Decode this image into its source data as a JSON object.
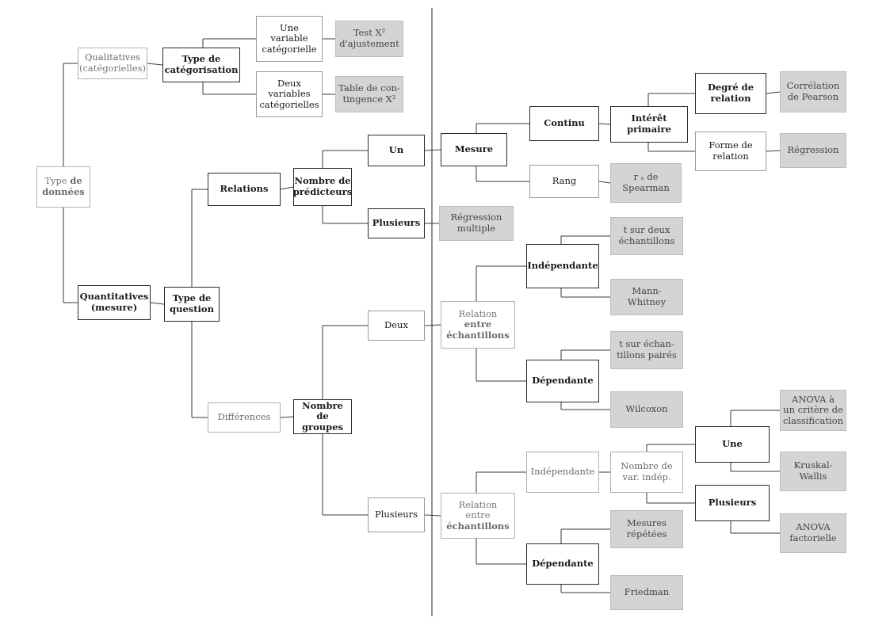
{
  "nodes": {
    "type_donnees": {
      "pre": "Type ",
      "main": "de\ndonnées"
    },
    "qualitatives": {
      "main": "Qualitatives",
      "sub": "(catégorielles)"
    },
    "quantitatives": {
      "main": "Quantitatives\n(mesure)"
    },
    "type_categorisation": {
      "main": "Type de\ncatégorisation"
    },
    "une_variable": {
      "main": "Une\nvariable\ncatégorielle"
    },
    "deux_variables": {
      "main": "Deux\nvariables\ncatégorielles"
    },
    "test_x2": {
      "main": "Test X²\nd'ajustement"
    },
    "table_contingence": {
      "main": "Table de con-\ntingence X²"
    },
    "type_question": {
      "main": "Type de\nquestion"
    },
    "relations": {
      "main": "Relations"
    },
    "differences": {
      "main": "Différences"
    },
    "nombre_predicteurs": {
      "main": "Nombre de\nprédicteurs"
    },
    "nombre_groupes": {
      "main": "Nombre de\ngroupes"
    },
    "un": {
      "main": "Un"
    },
    "plusieurs_pred": {
      "main": "Plusieurs"
    },
    "regression_multiple": {
      "main": "Régression\nmultiple"
    },
    "mesure": {
      "main": "Mesure"
    },
    "continu": {
      "main": "Continu"
    },
    "rang": {
      "main": "Rang"
    },
    "interet_primaire": {
      "main": "Intérêt\nprimaire"
    },
    "degre_relation": {
      "main": "Degré de\nrelation"
    },
    "forme_relation": {
      "main": "Forme de\nrelation"
    },
    "correlation_pearson": {
      "main": "Corrélation\nde Pearson"
    },
    "regression": {
      "main": "Régression"
    },
    "rs_spearman": {
      "main": "r ₛ  de\nSpearman"
    },
    "deux": {
      "main": "Deux"
    },
    "plusieurs_grp": {
      "main": "Plusieurs"
    },
    "relation_entre_1": {
      "pre": "Relation",
      "main": "entre\néchantillons"
    },
    "relation_entre_2": {
      "pre": "Relation\nentre",
      "main": "échantillons"
    },
    "independante_1": {
      "main": "Indépendante"
    },
    "dependante_1": {
      "main": "Dépendante"
    },
    "t_deux_echantillons": {
      "main": "t  sur deux\néchantillons"
    },
    "mann_whitney": {
      "main": "Mann-\nWhitney"
    },
    "t_apparies": {
      "main": "t  sur échan-\ntillons pairés"
    },
    "wilcoxon": {
      "main": "Wilcoxon"
    },
    "independante_2": {
      "main": "Indépendante"
    },
    "nombre_var_indep": {
      "main": "Nombre de\nvar. indép."
    },
    "une": {
      "main": "Une"
    },
    "plusieurs_var": {
      "main": "Plusieurs"
    },
    "anova_un_critere": {
      "main": "ANOVA à\nun critère de\nclassification"
    },
    "kruskal_wallis": {
      "main": "Kruskal-\nWallis"
    },
    "anova_factorielle": {
      "main": "ANOVA\nfactorielle"
    },
    "dependante_2": {
      "main": "Dépendante"
    },
    "mesures_repetees": {
      "main": "Mesures\nrépétées"
    },
    "friedman": {
      "main": "Friedman"
    }
  }
}
